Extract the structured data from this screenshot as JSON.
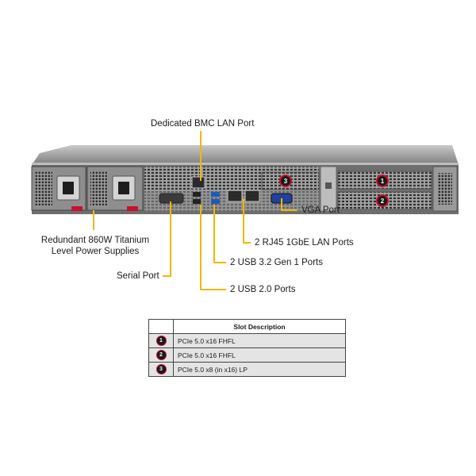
{
  "callouts": {
    "bmc": "Dedicated BMC LAN Port",
    "vga": "VGA Port",
    "psu_line1": "Redundant 860W Titanium",
    "psu_line2": "Level Power Supplies",
    "lan": "2 RJ45 1GbE LAN Ports",
    "usb3": "2 USB 3.2 Gen 1 Ports",
    "serial": "Serial Port",
    "usb2": "2 USB 2.0 Ports"
  },
  "slot_badges": [
    "1",
    "2",
    "3"
  ],
  "table": {
    "header": "Slot Description",
    "rows": [
      {
        "num": "1",
        "desc": "PCIe 5.0 x16 FHFL"
      },
      {
        "num": "2",
        "desc": "PCIe 5.0 x16 FHFL"
      },
      {
        "num": "3",
        "desc": "PCIe 5.0 x8 (in x16) LP"
      }
    ]
  },
  "colors": {
    "leader": "#f2b705",
    "badge_ring": "#c8102e",
    "chassis": "#5a5a5a"
  }
}
